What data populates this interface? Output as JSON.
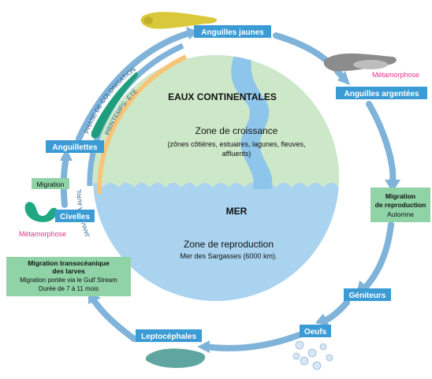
{
  "title": "EAUX CONTINENTALES",
  "sea_label": "MER",
  "growth_zone": {
    "heading": "Zone de croissance",
    "detail_line1": "(zônes côtières, estuaires, lagunes, fleuves,",
    "detail_line2": "affluents)"
  },
  "reproduction_zone": {
    "heading": "Zone de reproduction",
    "detail": "Mer des Sargasses (6000 km)."
  },
  "stages": {
    "anguilles_jaunes": "Anguilles jaunes",
    "anguilles_argentees": "Anguilles argentées",
    "geniteurs": "Géniteurs",
    "oeufs": "Oeufs",
    "leptocephales": "Leptocéphales",
    "civelles": "Civelles",
    "anguillettes": "Anguillettes"
  },
  "metamorphose_top": "Métamorphose",
  "metamorphose_left": "Métamorphose",
  "migration_small": "Migration",
  "migration_reproduction": {
    "line1": "Migration",
    "line2": "de reproduction",
    "line3": "Automne"
  },
  "migration_larves": {
    "line1": "Migration transocéanique",
    "line2": "des larves",
    "line3": "Migration portée via le Gulf Stream",
    "line4": "Durée de 7 à 11 mois"
  },
  "arc_labels": {
    "colonisation": "PHASE DE COLONISATION",
    "printemps": "PRINTEMPS- ÉTÉ",
    "janvier": "JANVIER À AVRIL"
  },
  "colors": {
    "label_box": "#3a9bd5",
    "green_box": "#8fd3a6",
    "cycle_arrow": "#7fb3d9",
    "land": "#cde8c8",
    "sea": "#a9d3ef",
    "river": "#8ec5ea",
    "magenta": "#e0348f",
    "orange_band": "#f7c57a"
  }
}
